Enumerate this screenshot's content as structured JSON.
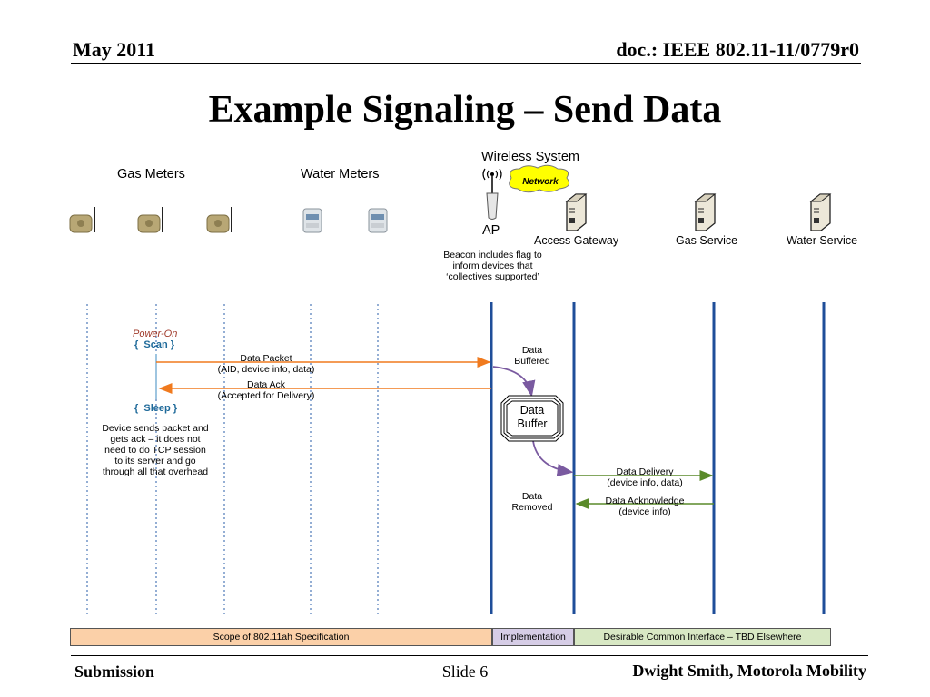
{
  "header": {
    "date": "May 2011",
    "doc_id": "doc.: IEEE 802.11-11/0779r0"
  },
  "title": "Example Signaling – Send Data",
  "entities": {
    "gas_meters": "Gas Meters",
    "water_meters": "Water Meters",
    "wireless_system": "Wireless System",
    "network": "Network",
    "ap": "AP",
    "access_gateway": "Access Gateway",
    "gas_service": "Gas Service",
    "water_service": "Water Service"
  },
  "beacon_note": [
    "Beacon includes flag to",
    "inform devices that",
    "‘collectives supported’"
  ],
  "states": {
    "power_on": "Power-On",
    "scan": "{  Scan }",
    "sleep": "{  Sleep }"
  },
  "device_note": [
    "Device sends packet and",
    "gets ack – it does not",
    "need to do TCP session",
    "to its server and go",
    "through all that overhead"
  ],
  "messages": {
    "data_packet": [
      "Data Packet",
      "(AID, device info, data)"
    ],
    "data_ack": [
      "Data Ack",
      "(Accepted for Delivery)"
    ],
    "data_buffered": [
      "Data",
      "Buffered"
    ],
    "data_buffer": [
      "Data",
      "Buffer"
    ],
    "data_removed": [
      "Data",
      "Removed"
    ],
    "data_delivery": [
      "Data Delivery",
      "(device info, data)"
    ],
    "data_acknowledge": [
      "Data Acknowledge",
      "(device info)"
    ]
  },
  "scope_bands": {
    "spec": "Scope of 802.11ah Specification",
    "impl": "Implementation",
    "common": "Desirable Common Interface – TBD Elsewhere"
  },
  "colors": {
    "orange": "#f07a1e",
    "green": "#5a8a2a",
    "purple": "#7a5aa0",
    "blue": "#1f4e99",
    "band_spec": "#fbd0a8",
    "band_impl": "#d6cde6",
    "band_common": "#d8e8c4"
  },
  "footer": {
    "left": "Submission",
    "center": "Slide 6",
    "right": "Dwight Smith, Motorola Mobility"
  }
}
